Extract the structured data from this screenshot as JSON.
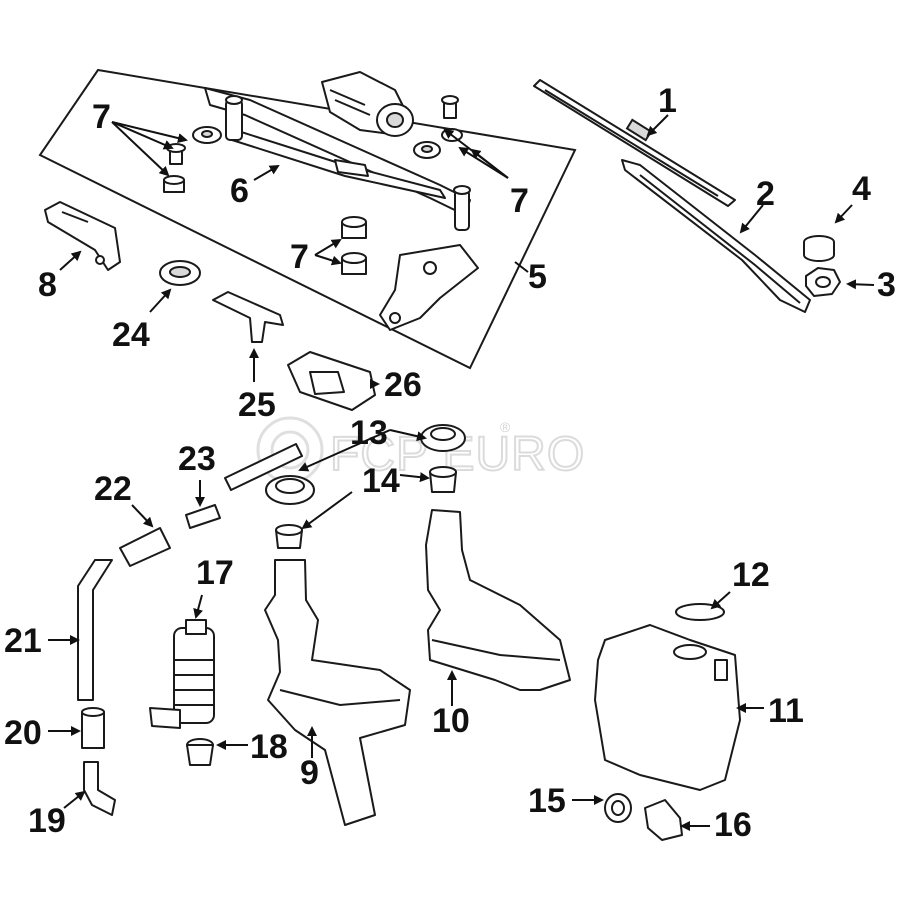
{
  "watermark": {
    "text": "FCP EURO",
    "mark": "®"
  },
  "callouts": [
    {
      "id": "1",
      "text": "1"
    },
    {
      "id": "2",
      "text": "2"
    },
    {
      "id": "3",
      "text": "3"
    },
    {
      "id": "4",
      "text": "4"
    },
    {
      "id": "5",
      "text": "5"
    },
    {
      "id": "6",
      "text": "6"
    },
    {
      "id": "7a",
      "text": "7"
    },
    {
      "id": "7b",
      "text": "7"
    },
    {
      "id": "7c",
      "text": "7"
    },
    {
      "id": "8",
      "text": "8"
    },
    {
      "id": "9",
      "text": "9"
    },
    {
      "id": "10",
      "text": "10"
    },
    {
      "id": "11",
      "text": "11"
    },
    {
      "id": "12",
      "text": "12"
    },
    {
      "id": "13",
      "text": "13"
    },
    {
      "id": "14",
      "text": "14"
    },
    {
      "id": "15",
      "text": "15"
    },
    {
      "id": "16",
      "text": "16"
    },
    {
      "id": "17",
      "text": "17"
    },
    {
      "id": "18",
      "text": "18"
    },
    {
      "id": "19",
      "text": "19"
    },
    {
      "id": "20",
      "text": "20"
    },
    {
      "id": "21",
      "text": "21"
    },
    {
      "id": "22",
      "text": "22"
    },
    {
      "id": "23",
      "text": "23"
    },
    {
      "id": "24",
      "text": "24"
    },
    {
      "id": "25",
      "text": "25"
    },
    {
      "id": "26",
      "text": "26"
    }
  ]
}
